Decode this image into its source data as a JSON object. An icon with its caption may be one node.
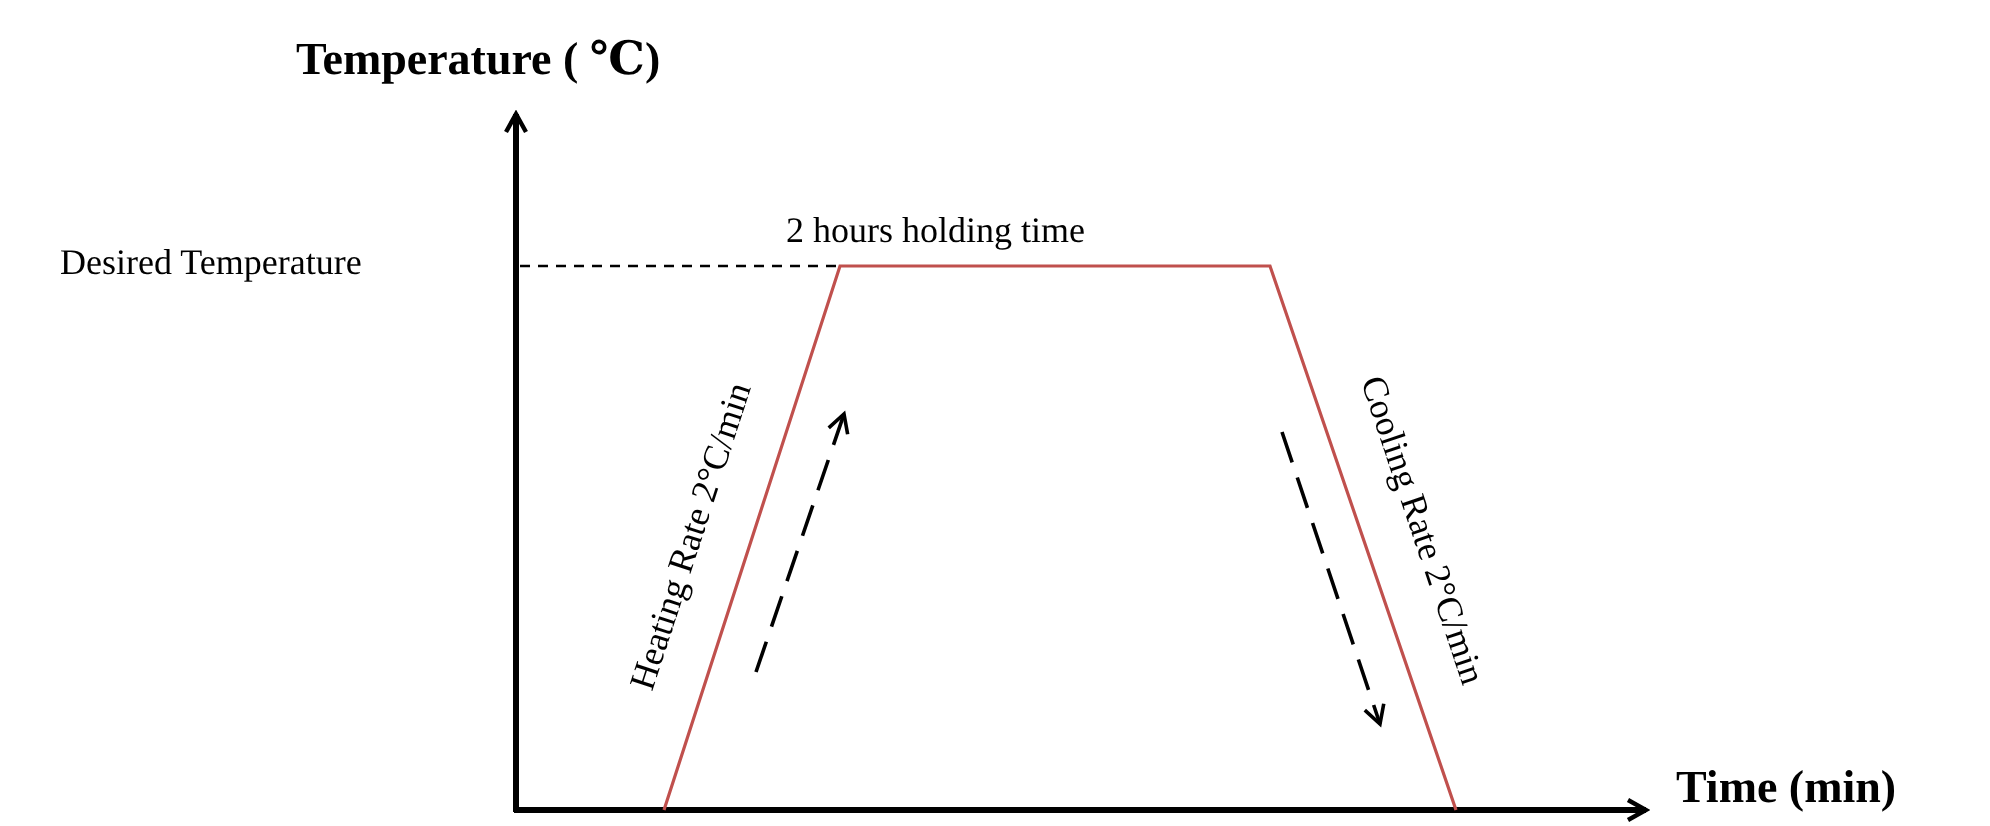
{
  "diagram": {
    "labels": [
      "Temperature ( ℃)",
      "Desired Temperature",
      "2 hours holding time",
      "Heating Rate 2°C/min",
      "Cooling Rate 2°C/min",
      "Time (min)"
    ]
  }
}
